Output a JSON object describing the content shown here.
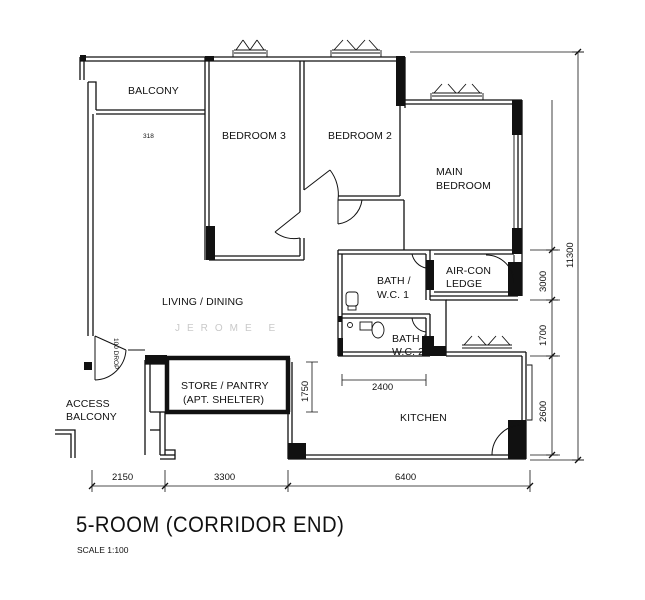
{
  "rooms": {
    "balcony": "BALCONY",
    "bedroom3": "BEDROOM 3",
    "bedroom2": "BEDROOM 2",
    "main_bedroom_1": "MAIN",
    "main_bedroom_2": "BEDROOM",
    "bath1_1": "BATH /",
    "bath1_2": "W.C. 1",
    "aircon_1": "AIR-CON",
    "aircon_2": "LEDGE",
    "bath2_1": "BATH /",
    "bath2_2": "W.C. 2",
    "living": "LIVING / DINING",
    "store_1": "STORE / PANTRY",
    "store_2": "(APT. SHELTER)",
    "kitchen": "KITCHEN",
    "access_1": "ACCESS",
    "access_2": "BALCONY"
  },
  "small_labels": {
    "top": "318",
    "left": "100 DROP"
  },
  "dimensions": {
    "bottom": [
      "2150",
      "3300",
      "6400"
    ],
    "right": [
      "3000",
      "1700",
      "2600"
    ],
    "right_total": "11300",
    "kitchen_width": "2400",
    "store_depth": "1750"
  },
  "watermark": "JEROME E",
  "title": "5-ROOM (CORRIDOR END)",
  "scale": "SCALE 1:100"
}
